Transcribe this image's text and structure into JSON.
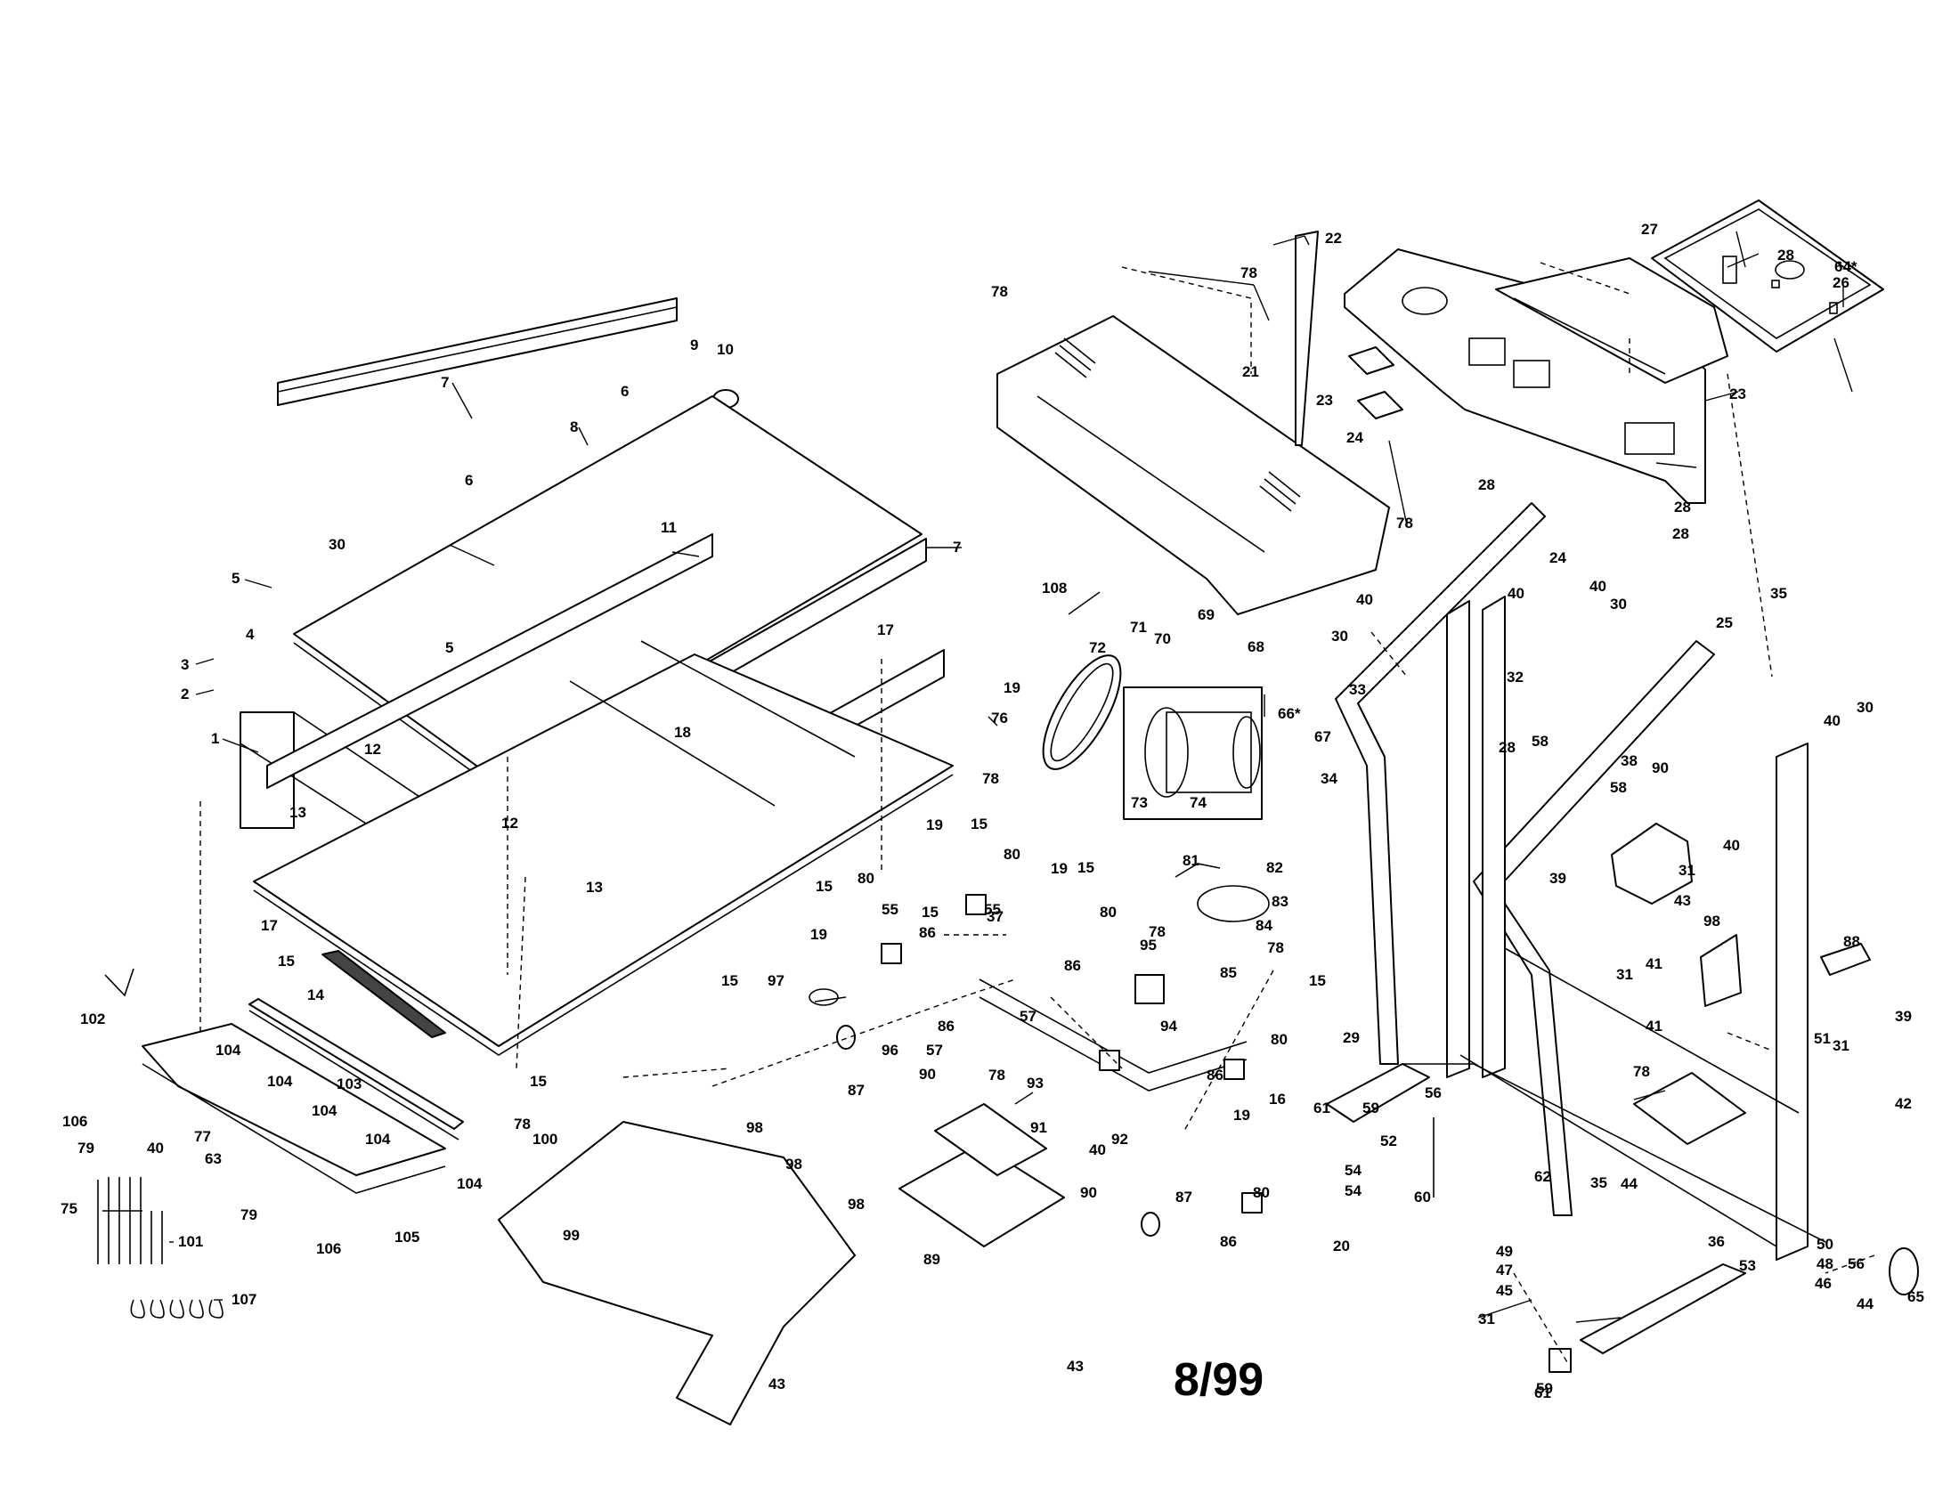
{
  "page_number": "8/99",
  "labels": [
    "1",
    "2",
    "3",
    "4",
    "5",
    "5",
    "6",
    "6",
    "7",
    "7",
    "8",
    "9",
    "10",
    "11",
    "12",
    "12",
    "13",
    "13",
    "14",
    "15",
    "15",
    "15",
    "15",
    "15",
    "15",
    "15",
    "15",
    "16",
    "17",
    "17",
    "18",
    "19",
    "19",
    "19",
    "19",
    "19",
    "20",
    "21",
    "22",
    "23",
    "23",
    "24",
    "24",
    "25",
    "26",
    "27",
    "28",
    "28",
    "28",
    "28",
    "28",
    "29",
    "30",
    "30",
    "30",
    "30",
    "31",
    "31",
    "31",
    "31",
    "32",
    "33",
    "34",
    "35",
    "35",
    "36",
    "37",
    "38",
    "39",
    "39",
    "40",
    "40",
    "40",
    "40",
    "40",
    "40",
    "40",
    "41",
    "41",
    "42",
    "43",
    "43",
    "43",
    "44",
    "44",
    "45",
    "46",
    "47",
    "48",
    "49",
    "50",
    "51",
    "52",
    "53",
    "54",
    "54",
    "55",
    "55",
    "56",
    "56",
    "57",
    "57",
    "58",
    "58",
    "59",
    "59",
    "60",
    "61",
    "61",
    "62",
    "63",
    "64*",
    "65",
    "66*",
    "67",
    "68",
    "69",
    "70",
    "71",
    "72",
    "73",
    "74",
    "75",
    "76",
    "77",
    "78",
    "78",
    "78",
    "78",
    "78",
    "78",
    "78",
    "78",
    "78",
    "79",
    "79",
    "80",
    "80",
    "80",
    "80",
    "80",
    "81",
    "82",
    "83",
    "84",
    "85",
    "86",
    "86",
    "86",
    "86",
    "86",
    "87",
    "87",
    "88",
    "89",
    "90",
    "90",
    "90",
    "91",
    "92",
    "93",
    "94",
    "95",
    "96",
    "97",
    "98",
    "98",
    "98",
    "98",
    "99",
    "100",
    "101",
    "102",
    "103",
    "104",
    "104",
    "104",
    "104",
    "104",
    "105",
    "106",
    "106",
    "107",
    "108"
  ]
}
